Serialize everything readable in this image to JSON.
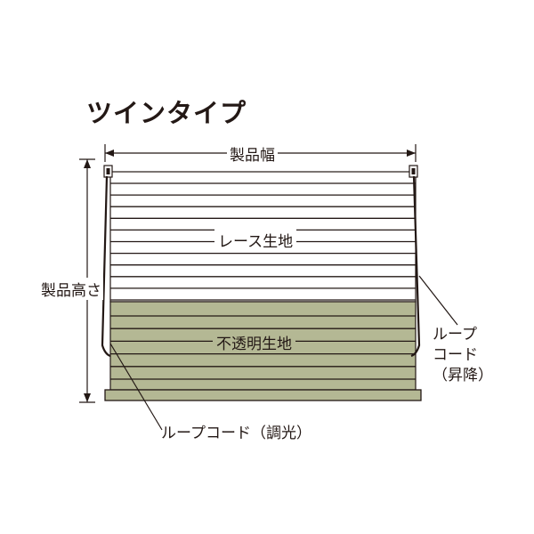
{
  "title": "ツインタイプ",
  "labels": {
    "product_width": "製品幅",
    "product_height": "製品高さ",
    "lace_fabric": "レース生地",
    "blackout_fabric": "不透明生地",
    "loop_cord_lift_line1": "ループ",
    "loop_cord_lift_line2": "コード",
    "loop_cord_lift_line3": "（昇降）",
    "loop_cord_dimming": "ループコード（調光）"
  },
  "colors": {
    "line": "#231815",
    "lace_fabric": "#ffffff",
    "blackout_fabric": "#b4b894",
    "bottom_rail": "#b4b894"
  }
}
